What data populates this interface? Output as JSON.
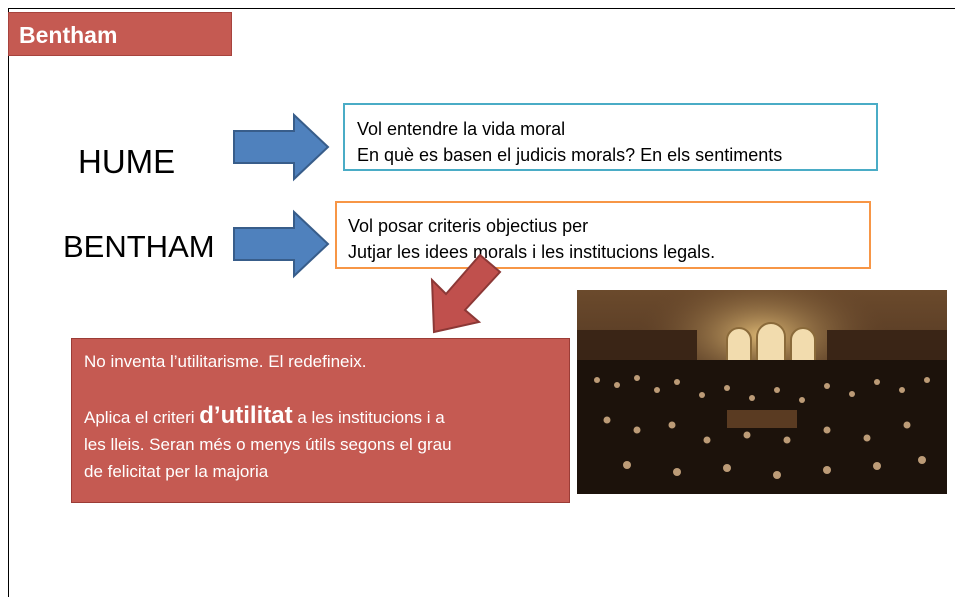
{
  "slide": {
    "title": "Bentham",
    "hume_label": "HUME",
    "bentham_label": "BENTHAM"
  },
  "hume_box": {
    "line1": "Vol entendre la vida moral",
    "line2": "En què es basen el judicis morals? En els sentiments"
  },
  "bentham_box": {
    "line1": "Vol posar criteris objectius per",
    "line2": "Jutjar les idees morals i les institucions legals."
  },
  "red_box": {
    "line1": "No inventa l’utilitarisme. El redefineix.",
    "line2_pre": "Aplica el criteri ",
    "line2_emph": "d’utilitat",
    "line2_post": " a les institucions i a",
    "line3": "les lleis. Seran més o menys útils segons el grau",
    "line4": "de felicitat per la majoria"
  },
  "colors": {
    "title_fill": "#c55a52",
    "arrow_blue": "#4f81bd",
    "arrow_red": "#c0504d",
    "box_blue_border": "#4aacc6",
    "box_orange_border": "#f79646"
  },
  "icons": {
    "arrow1": "right-arrow-icon",
    "arrow2": "right-arrow-icon",
    "arrow3": "down-left-arrow-icon"
  }
}
